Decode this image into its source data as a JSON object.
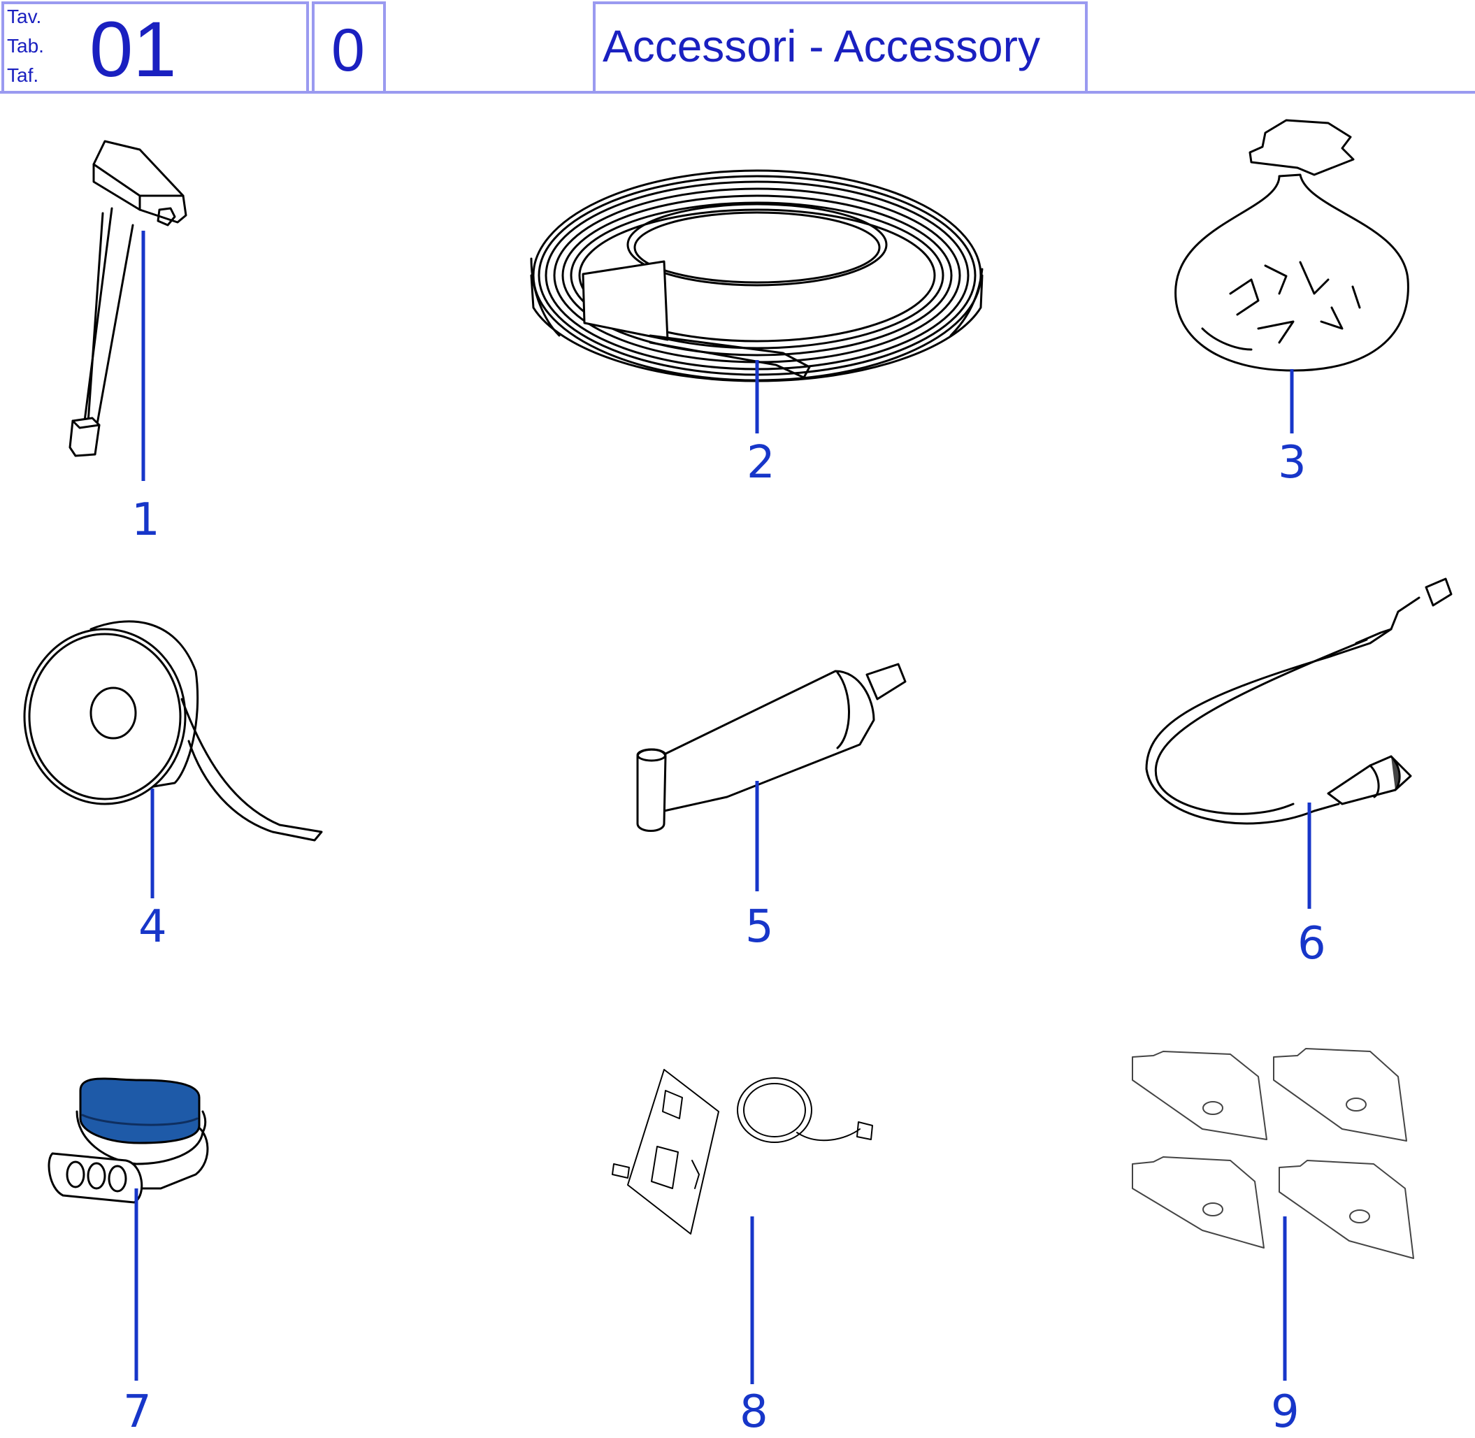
{
  "header": {
    "table_labels": [
      "Tav.",
      "Tab.",
      "Taf."
    ],
    "table_number": "01",
    "revision": "0",
    "title": "Accessori - Accessory"
  },
  "items": [
    {
      "number": "1",
      "icon": "t-handle-key-icon"
    },
    {
      "number": "2",
      "icon": "wire-coil-icon"
    },
    {
      "number": "3",
      "icon": "bag-of-pegs-icon"
    },
    {
      "number": "4",
      "icon": "tape-roll-icon"
    },
    {
      "number": "5",
      "icon": "grease-tube-icon"
    },
    {
      "number": "6",
      "icon": "cable-with-connector-icon"
    },
    {
      "number": "7",
      "icon": "gel-wire-connector-icon"
    },
    {
      "number": "8",
      "icon": "circuit-board-and-battery-icon"
    },
    {
      "number": "9",
      "icon": "mounting-brackets-icon"
    }
  ],
  "colors": {
    "frame": "#9a9af0",
    "text": "#1a20c0",
    "leader": "#1736c9",
    "connector_cap": "#1e5aa8"
  }
}
